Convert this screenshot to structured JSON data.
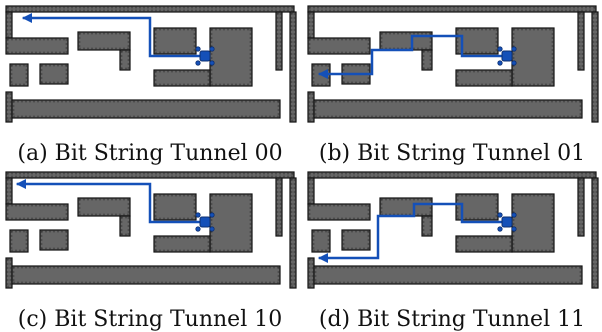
{
  "figure": {
    "panels": [
      {
        "id": "a",
        "caption": "(a) Bit String Tunnel 00",
        "bits": "00"
      },
      {
        "id": "b",
        "caption": "(b) Bit String Tunnel 01",
        "bits": "01"
      },
      {
        "id": "c",
        "caption": "(c) Bit String Tunnel 10",
        "bits": "10"
      },
      {
        "id": "d",
        "caption": "(d) Bit String Tunnel 11",
        "bits": "11"
      }
    ]
  },
  "colors": {
    "wall_fill": "#666666",
    "wall_edge": "#111111",
    "path": "#1450b8",
    "agent": "#1450b8",
    "background": "#ffffff",
    "caption_text": "#111111"
  },
  "icons": {
    "agent": "agent-icon",
    "path": "path-arrow"
  }
}
